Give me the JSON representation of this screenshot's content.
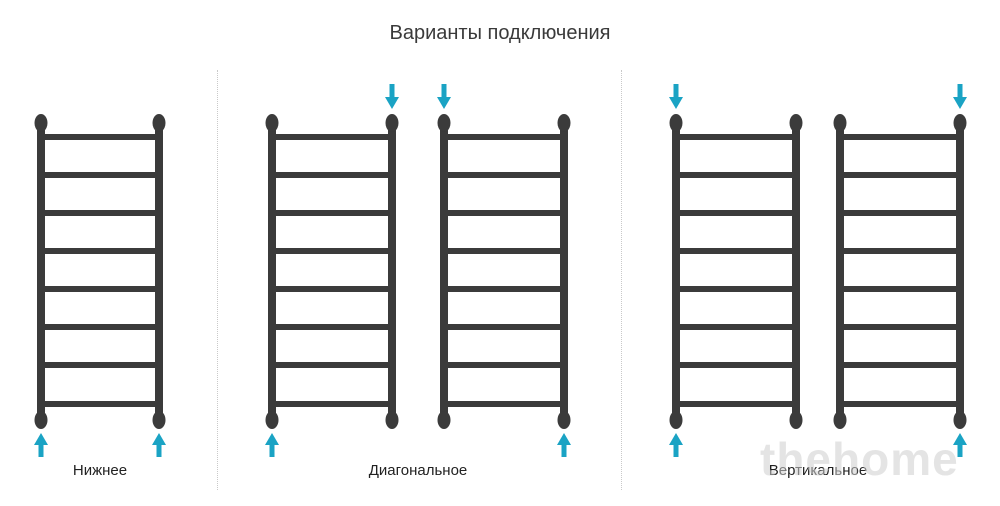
{
  "header": {
    "title": "Варианты подключения"
  },
  "groups": [
    {
      "label": "Нижнее"
    },
    {
      "label": "Диагональное"
    },
    {
      "label": "Вертикальное"
    }
  ],
  "watermark": "thehome",
  "colors": {
    "rail": "#3b3b3b",
    "arrow": "#1aa3c4",
    "divider": "#c9c9c9"
  },
  "icons": {
    "arrow_up": "arrow-up-icon",
    "arrow_down": "arrow-down-icon"
  }
}
